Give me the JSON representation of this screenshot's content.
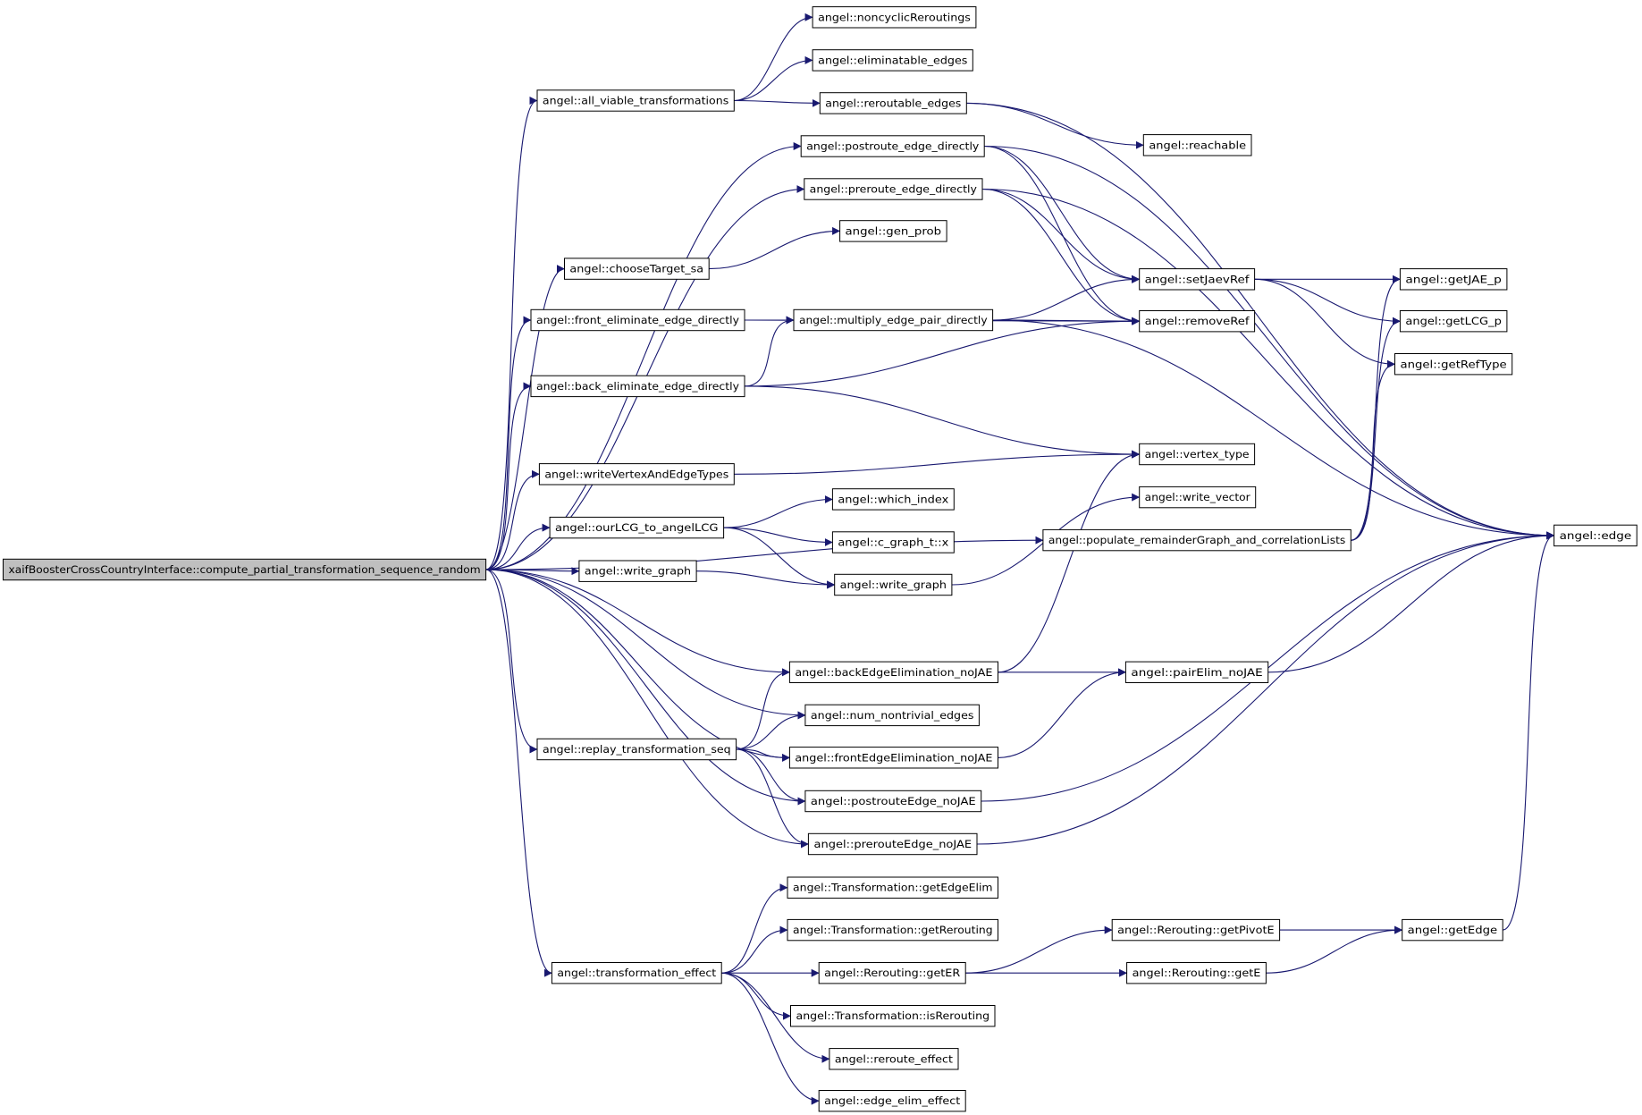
{
  "colors": {
    "edge": "#191970",
    "node_border": "#000000",
    "node_fill": "#ffffff",
    "root_fill": "#bfbfbf",
    "background": "#ffffff"
  },
  "nodes": [
    {
      "id": "root",
      "label": "xaifBoosterCrossCountryInterface::compute_partial_transformation_sequence_random"
    },
    {
      "id": "all_viable",
      "label": "angel::all_viable_transformations"
    },
    {
      "id": "noncyclic",
      "label": "angel::noncyclicReroutings"
    },
    {
      "id": "eliminatable",
      "label": "angel::eliminatable_edges"
    },
    {
      "id": "reroutable",
      "label": "angel::reroutable_edges"
    },
    {
      "id": "reachable",
      "label": "angel::reachable"
    },
    {
      "id": "postroute_dir",
      "label": "angel::postroute_edge_directly"
    },
    {
      "id": "preroute_dir",
      "label": "angel::preroute_edge_directly"
    },
    {
      "id": "chooseTarget",
      "label": "angel::chooseTarget_sa"
    },
    {
      "id": "gen_prob",
      "label": "angel::gen_prob"
    },
    {
      "id": "front_elim_dir",
      "label": "angel::front_eliminate_edge_directly"
    },
    {
      "id": "multiply",
      "label": "angel::multiply_edge_pair_directly"
    },
    {
      "id": "back_elim_dir",
      "label": "angel::back_eliminate_edge_directly"
    },
    {
      "id": "setJaevRef",
      "label": "angel::setJaevRef"
    },
    {
      "id": "removeRef",
      "label": "angel::removeRef"
    },
    {
      "id": "getJAE_p",
      "label": "angel::getJAE_p"
    },
    {
      "id": "getLCG_p",
      "label": "angel::getLCG_p"
    },
    {
      "id": "getRefType",
      "label": "angel::getRefType"
    },
    {
      "id": "writeVE",
      "label": "angel::writeVertexAndEdgeTypes"
    },
    {
      "id": "vertex_type",
      "label": "angel::vertex_type"
    },
    {
      "id": "ourLCG",
      "label": "angel::ourLCG_to_angelLCG"
    },
    {
      "id": "which_index",
      "label": "angel::which_index"
    },
    {
      "id": "c_graph_x",
      "label": "angel::c_graph_t::x"
    },
    {
      "id": "write_graph1",
      "label": "angel::write_graph"
    },
    {
      "id": "write_graph2",
      "label": "angel::write_graph"
    },
    {
      "id": "write_vector",
      "label": "angel::write_vector"
    },
    {
      "id": "populate",
      "label": "angel::populate_remainderGraph_and_correlationLists"
    },
    {
      "id": "edge",
      "label": "angel::edge"
    },
    {
      "id": "backEdgeElim",
      "label": "angel::backEdgeElimination_noJAE"
    },
    {
      "id": "pairElim",
      "label": "angel::pairElim_noJAE"
    },
    {
      "id": "num_nontrivial",
      "label": "angel::num_nontrivial_edges"
    },
    {
      "id": "replay",
      "label": "angel::replay_transformation_seq"
    },
    {
      "id": "frontEdgeElim",
      "label": "angel::frontEdgeElimination_noJAE"
    },
    {
      "id": "postrouteEdge",
      "label": "angel::postrouteEdge_noJAE"
    },
    {
      "id": "prerouteEdge",
      "label": "angel::prerouteEdge_noJAE"
    },
    {
      "id": "getEdgeElim",
      "label": "angel::Transformation::getEdgeElim"
    },
    {
      "id": "getRerouting",
      "label": "angel::Transformation::getRerouting"
    },
    {
      "id": "getER",
      "label": "angel::Rerouting::getER"
    },
    {
      "id": "getPivotE",
      "label": "angel::Rerouting::getPivotE"
    },
    {
      "id": "getE",
      "label": "angel::Rerouting::getE"
    },
    {
      "id": "getEdge",
      "label": "angel::getEdge"
    },
    {
      "id": "trans_effect",
      "label": "angel::transformation_effect"
    },
    {
      "id": "isRerouting",
      "label": "angel::Transformation::isRerouting"
    },
    {
      "id": "reroute_effect",
      "label": "angel::reroute_effect"
    },
    {
      "id": "edge_elim_effect",
      "label": "angel::edge_elim_effect"
    }
  ],
  "edges": [
    [
      "root",
      "all_viable"
    ],
    [
      "root",
      "postroute_dir"
    ],
    [
      "root",
      "preroute_dir"
    ],
    [
      "root",
      "chooseTarget"
    ],
    [
      "root",
      "front_elim_dir"
    ],
    [
      "root",
      "back_elim_dir"
    ],
    [
      "root",
      "writeVE"
    ],
    [
      "root",
      "ourLCG"
    ],
    [
      "root",
      "write_graph1"
    ],
    [
      "root",
      "populate"
    ],
    [
      "root",
      "backEdgeElim"
    ],
    [
      "root",
      "num_nontrivial"
    ],
    [
      "root",
      "replay"
    ],
    [
      "root",
      "frontEdgeElim"
    ],
    [
      "root",
      "postrouteEdge"
    ],
    [
      "root",
      "prerouteEdge"
    ],
    [
      "root",
      "trans_effect"
    ],
    [
      "all_viable",
      "noncyclic"
    ],
    [
      "all_viable",
      "eliminatable"
    ],
    [
      "all_viable",
      "reroutable"
    ],
    [
      "reroutable",
      "reachable"
    ],
    [
      "reroutable",
      "edge"
    ],
    [
      "postroute_dir",
      "edge"
    ],
    [
      "postroute_dir",
      "setJaevRef"
    ],
    [
      "postroute_dir",
      "removeRef"
    ],
    [
      "preroute_dir",
      "edge"
    ],
    [
      "preroute_dir",
      "setJaevRef"
    ],
    [
      "preroute_dir",
      "removeRef"
    ],
    [
      "chooseTarget",
      "gen_prob"
    ],
    [
      "front_elim_dir",
      "multiply"
    ],
    [
      "front_elim_dir",
      "removeRef"
    ],
    [
      "multiply",
      "setJaevRef"
    ],
    [
      "multiply",
      "removeRef"
    ],
    [
      "multiply",
      "edge"
    ],
    [
      "back_elim_dir",
      "multiply"
    ],
    [
      "back_elim_dir",
      "removeRef"
    ],
    [
      "back_elim_dir",
      "vertex_type"
    ],
    [
      "setJaevRef",
      "getJAE_p"
    ],
    [
      "setJaevRef",
      "getLCG_p"
    ],
    [
      "setJaevRef",
      "getRefType"
    ],
    [
      "writeVE",
      "vertex_type"
    ],
    [
      "ourLCG",
      "which_index"
    ],
    [
      "ourLCG",
      "c_graph_x"
    ],
    [
      "ourLCG",
      "write_graph2"
    ],
    [
      "write_graph1",
      "write_graph2"
    ],
    [
      "write_graph2",
      "write_vector"
    ],
    [
      "populate",
      "getJAE_p"
    ],
    [
      "populate",
      "getLCG_p"
    ],
    [
      "populate",
      "getRefType"
    ],
    [
      "backEdgeElim",
      "vertex_type"
    ],
    [
      "backEdgeElim",
      "pairElim"
    ],
    [
      "pairElim",
      "edge"
    ],
    [
      "replay",
      "backEdgeElim"
    ],
    [
      "replay",
      "num_nontrivial"
    ],
    [
      "replay",
      "frontEdgeElim"
    ],
    [
      "replay",
      "postrouteEdge"
    ],
    [
      "replay",
      "prerouteEdge"
    ],
    [
      "frontEdgeElim",
      "pairElim"
    ],
    [
      "postrouteEdge",
      "edge"
    ],
    [
      "prerouteEdge",
      "edge"
    ],
    [
      "trans_effect",
      "getEdgeElim"
    ],
    [
      "trans_effect",
      "getRerouting"
    ],
    [
      "trans_effect",
      "getER"
    ],
    [
      "trans_effect",
      "isRerouting"
    ],
    [
      "trans_effect",
      "reroute_effect"
    ],
    [
      "trans_effect",
      "edge_elim_effect"
    ],
    [
      "getER",
      "getPivotE"
    ],
    [
      "getER",
      "getE"
    ],
    [
      "getPivotE",
      "getEdge"
    ],
    [
      "getE",
      "getEdge"
    ],
    [
      "getEdge",
      "edge"
    ]
  ]
}
